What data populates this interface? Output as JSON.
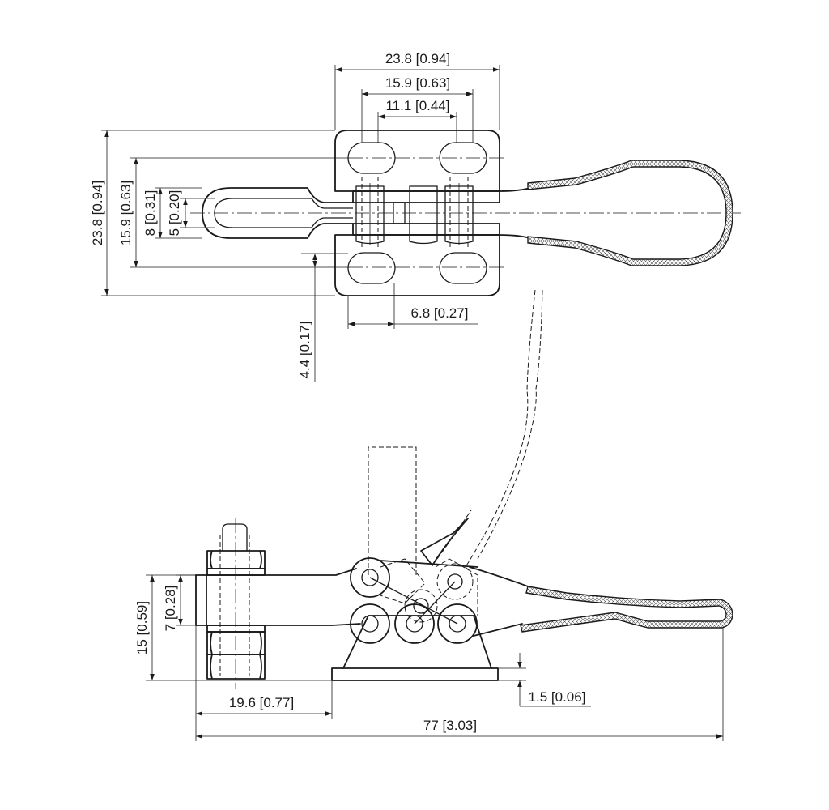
{
  "dimensions": {
    "top_width_outer": "23.8 [0.94]",
    "top_width_mid": "15.9 [0.63]",
    "top_width_inner": "11.1 [0.44]",
    "left_height_outer": "23.8 [0.94]",
    "left_height_mid": "15.9 [0.63]",
    "left_height_slot": "8 [0.31]",
    "left_height_inner": "5 [0.20]",
    "hole_offset": "4.4 [0.17]",
    "pivot_spacing": "6.8 [0.27]",
    "arm_height": "7 [0.28]",
    "side_height": "15 [0.59]",
    "base_thickness": "1.5 [0.06]",
    "reach": "19.6 [0.77]",
    "overall_length": "77 [3.03]"
  }
}
